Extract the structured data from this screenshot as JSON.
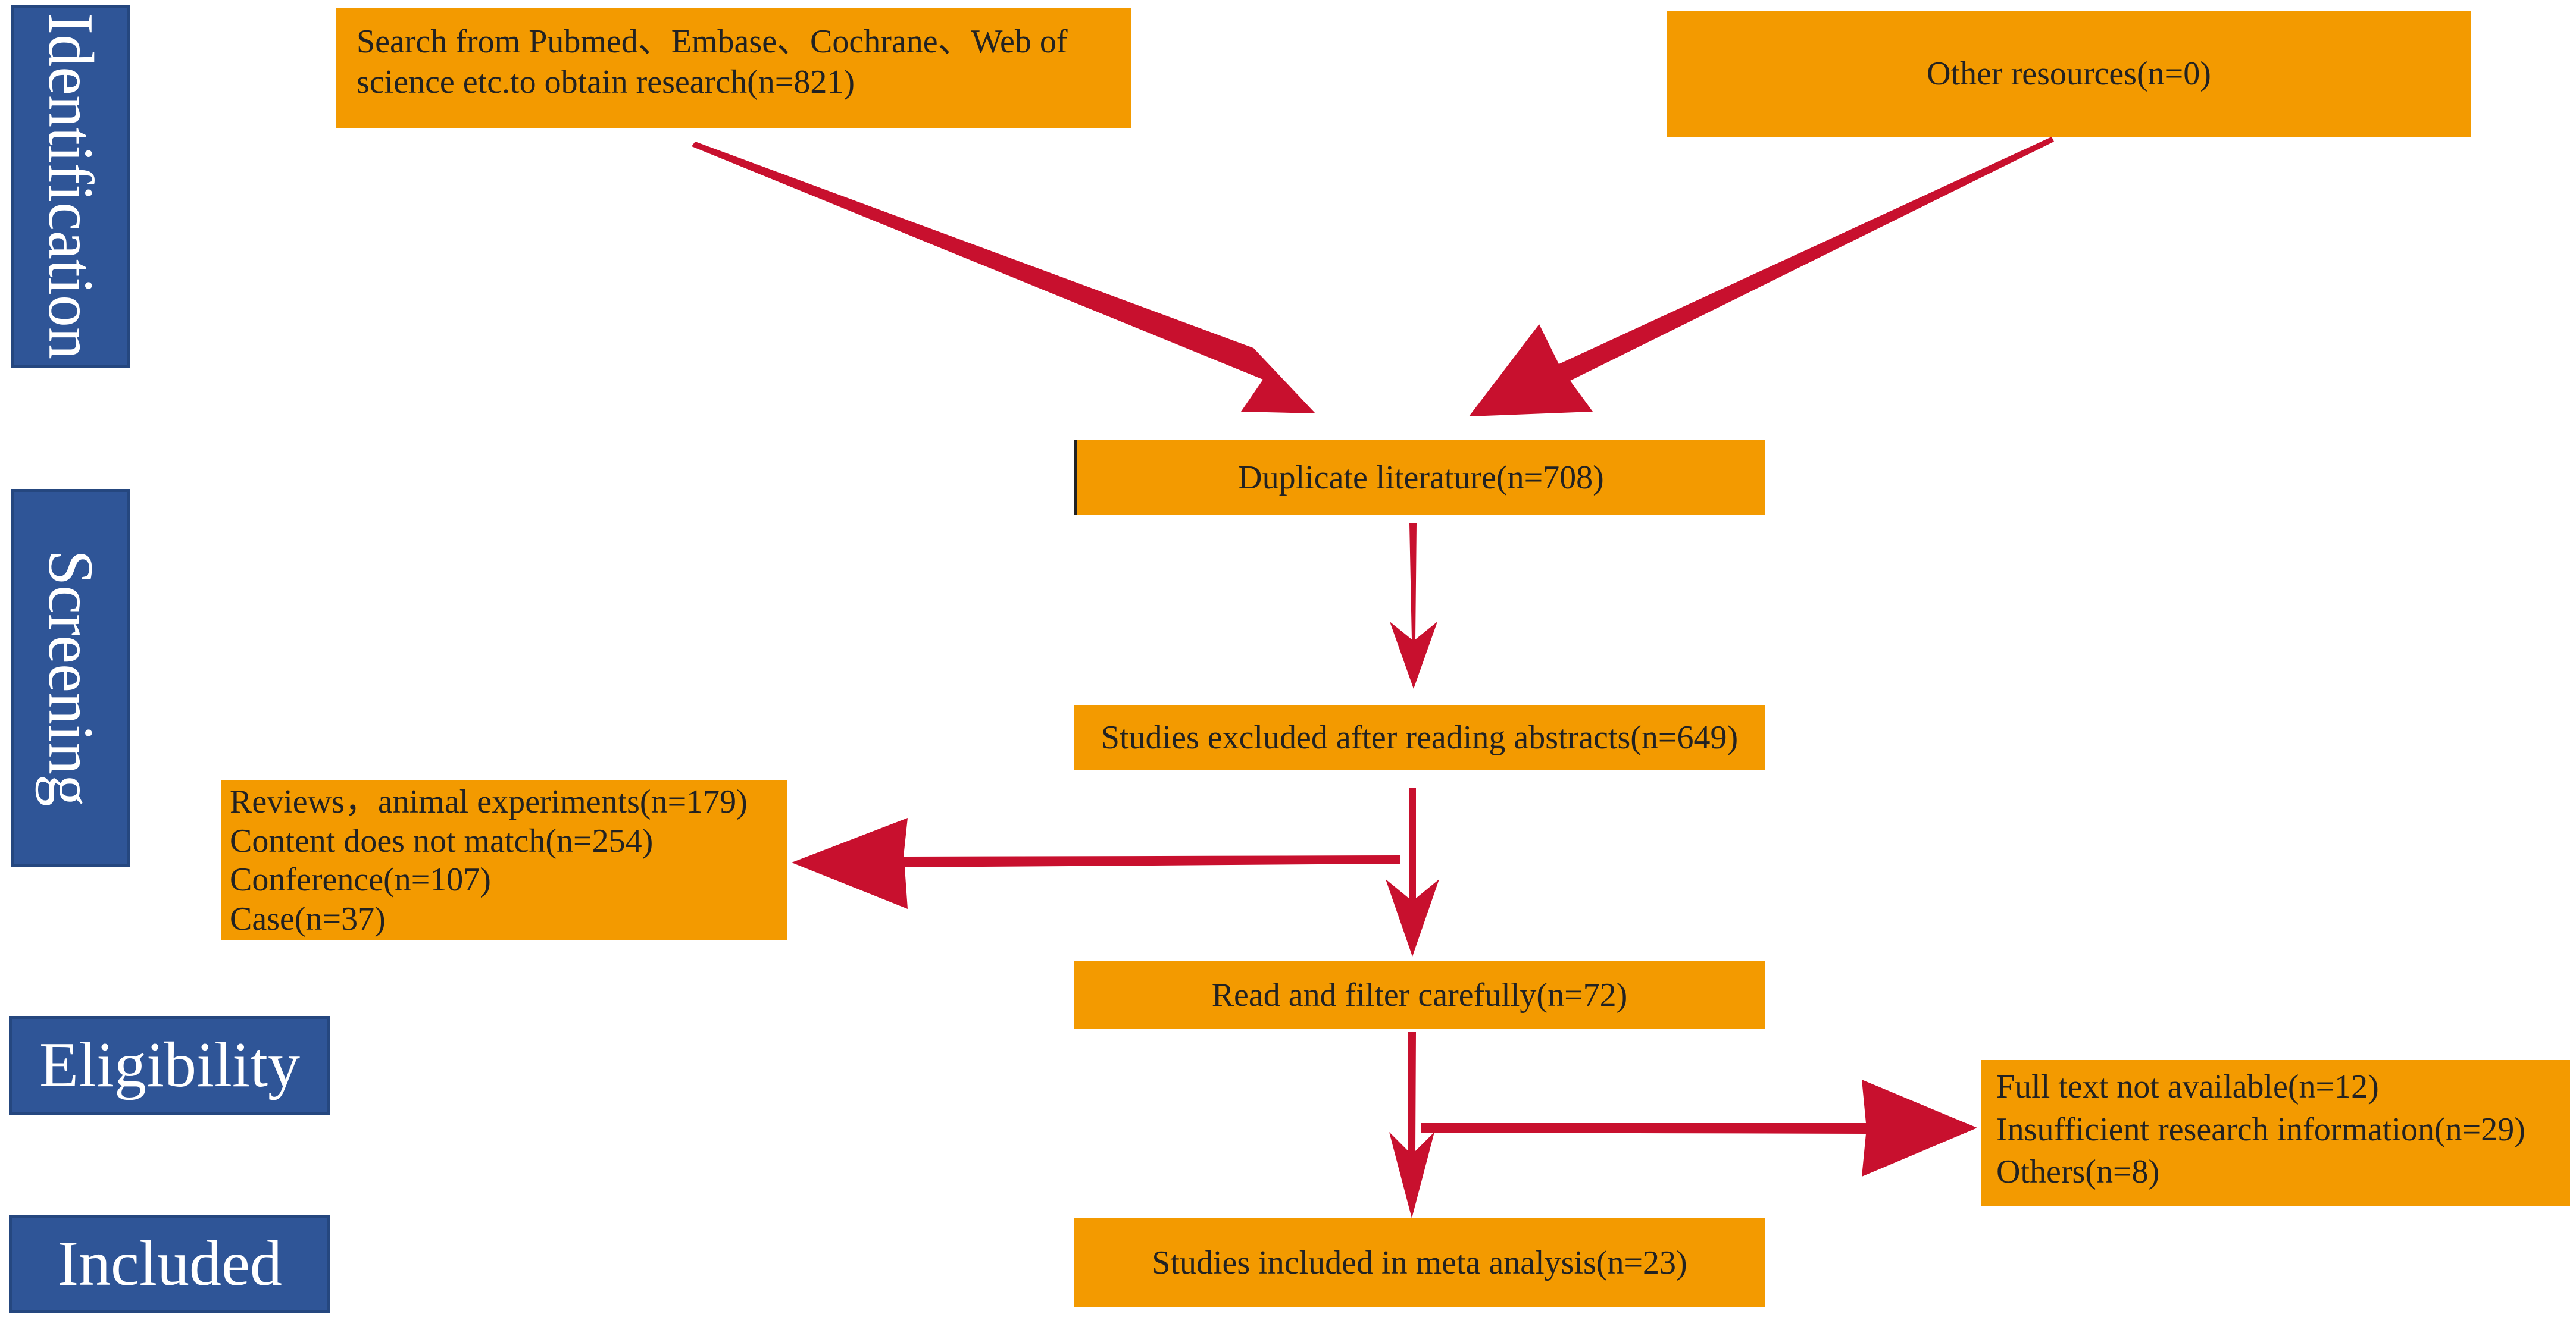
{
  "stages": {
    "identification": "Identification",
    "screening": "Screening",
    "eligibility": "Eligibility",
    "included": "Included"
  },
  "boxes": {
    "search": {
      "line1": "Search from Pubmed、Embase、Cochrane、Web of",
      "line2": "science etc.to obtain research(n=821)"
    },
    "other_resources": "Other resources(n=0)",
    "duplicate": "Duplicate literature(n=708)",
    "abstracts_excluded": "Studies excluded after reading abstracts(n=649)",
    "excluded_reasons": [
      "Reviews，animal experiments(n=179)",
      "Content does not match(n=254)",
      "Conference(n=107)",
      "Case(n=37)"
    ],
    "read_filter": "Read and filter carefully(n=72)",
    "fulltext_excluded": [
      "Full text not available(n=12)",
      "Insufficient research information(n=29)",
      "Others(n=8)"
    ],
    "included": "Studies included in meta analysis(n=23)"
  },
  "colors": {
    "box_fill": "#f39a00",
    "stage_fill": "#2f5597",
    "arrow": "#c8102e"
  }
}
